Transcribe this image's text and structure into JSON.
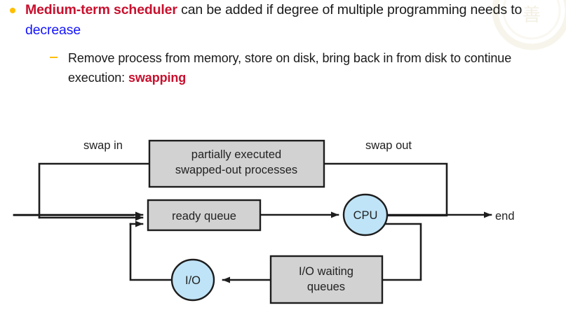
{
  "slide": {
    "bullet1": {
      "lead": "Medium-term scheduler",
      "mid": " can be added if degree of multiple programming needs to ",
      "emphasis": "decrease"
    },
    "bullet2": {
      "text": "Remove process from memory, store on disk, bring back in from disk to continue execution: ",
      "emphasis": "swapping"
    }
  },
  "watermark": {
    "glyph": "善"
  },
  "diagram": {
    "title": "medium-term-scheduler-swapping-queueing-diagram",
    "labels": {
      "swap_in": "swap in",
      "swap_out": "swap out",
      "swapped_out_box_line1": "partially executed",
      "swapped_out_box_line2": "swapped-out processes",
      "ready_queue": "ready queue",
      "cpu": "CPU",
      "end": "end",
      "io": "I/O",
      "io_waiting_line1": "I/O waiting",
      "io_waiting_line2": "queues"
    },
    "colors": {
      "box_fill": "#d2d2d2",
      "box_stroke": "#1d1d1d",
      "ellipse_fill": "#bfe4f7",
      "ellipse_stroke": "#1d1d1d",
      "line": "#1d1d1d",
      "text": "#222222"
    }
  }
}
